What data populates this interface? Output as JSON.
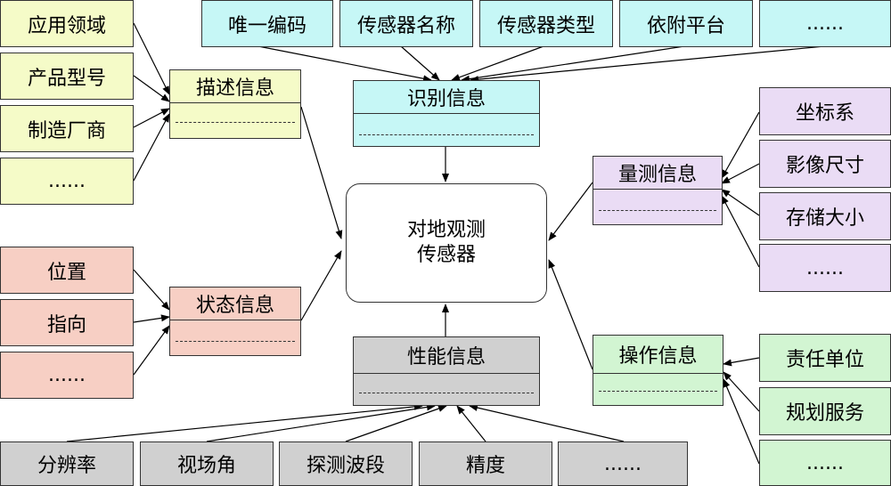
{
  "center": {
    "line1": "对地观测",
    "line2": "传感器"
  },
  "descriptive": {
    "title": "描述信息",
    "items": [
      "应用领域",
      "产品型号",
      "制造厂商",
      "......"
    ]
  },
  "identification": {
    "title": "识别信息",
    "items": [
      "唯一编码",
      "传感器名称",
      "传感器类型",
      "依附平台",
      "......"
    ]
  },
  "measurement": {
    "title": "量测信息",
    "items": [
      "坐标系",
      "影像尺寸",
      "存储大小",
      "......"
    ]
  },
  "state": {
    "title": "状态信息",
    "items": [
      "位置",
      "指向",
      "......"
    ]
  },
  "performance": {
    "title": "性能信息",
    "items": [
      "分辨率",
      "视场角",
      "探测波段",
      "精度",
      "......"
    ]
  },
  "operation": {
    "title": "操作信息",
    "items": [
      "责任单位",
      "规划服务",
      "......"
    ]
  },
  "colors": {
    "descriptive": "#f5fbc8",
    "identification": "#c6f7f6",
    "measurement": "#eadcf5",
    "state": "#f7cfc4",
    "performance": "#d0d0d0",
    "operation": "#d2f5d2"
  }
}
